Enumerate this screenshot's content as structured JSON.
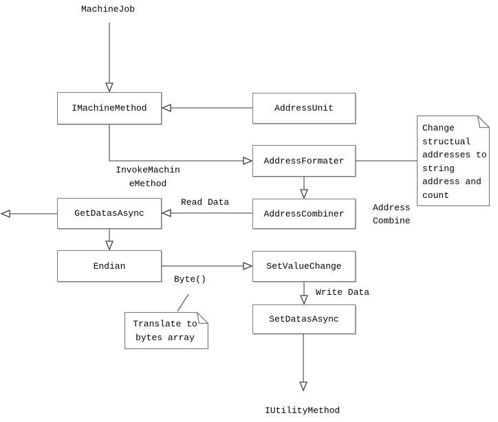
{
  "diagram": {
    "nodes": {
      "imachinemethod": {
        "label": "IMachineMethod"
      },
      "addressunit": {
        "label": "AddressUnit"
      },
      "addressformater": {
        "label": "AddressFormater"
      },
      "addresscombiner": {
        "label": "AddressCombiner"
      },
      "getdatasasync": {
        "label": "GetDatasAsync"
      },
      "endian": {
        "label": "Endian"
      },
      "setvaluechange": {
        "label": "SetValueChange"
      },
      "setdatasasync": {
        "label": "SetDatasAsync"
      }
    },
    "edge_labels": {
      "machinejob": "MachineJob",
      "invoke_machine_method": "InvokeMachin\neMethod",
      "read_data": "Read Data",
      "address_combine": "Address\nCombine",
      "byte": "Byte()",
      "write_data": "Write Data",
      "iutilitymethod": "IUtilityMethod"
    },
    "notes": {
      "change_structural": "Change\nstructual\naddresses to\nstring\naddress and\ncount",
      "translate_bytes": "Translate to\nbytes array"
    },
    "colors": {
      "background": "#ffffff",
      "shape_border": "#7a7a7a",
      "connector": "#5f5f5f",
      "arrowhead_outline": "#3c3c3c",
      "arrowhead_fill": "#ffffff",
      "text": "#000000"
    }
  }
}
